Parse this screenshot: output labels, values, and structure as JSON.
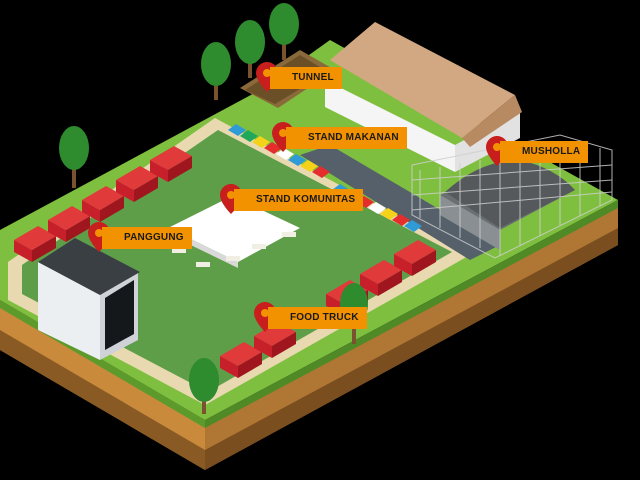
{
  "map": {
    "labels": {
      "tunnel": "TUNNEL",
      "stand_makanan": "STAND MAKANAN",
      "musholla": "MUSHOLLA",
      "stand_komunitas": "STAND KOMUNITAS",
      "panggung": "PANGGUNG",
      "food_truck": "FOOD TRUCK"
    },
    "colors": {
      "background": "#000000",
      "grass": "#7fbf3f",
      "field": "#5f9e48",
      "path": "#e8d9b0",
      "soil_light": "#c98a3c",
      "soil_dark": "#8a5a24",
      "label_bg": "#f39200",
      "pin": "#c81e1e",
      "truck": "#c8202a",
      "tree": "#2e8b2e"
    },
    "icons": [
      "map-pin-icon",
      "tree-icon",
      "truck-icon",
      "tent-icon",
      "building-icon",
      "fence-icon"
    ]
  }
}
